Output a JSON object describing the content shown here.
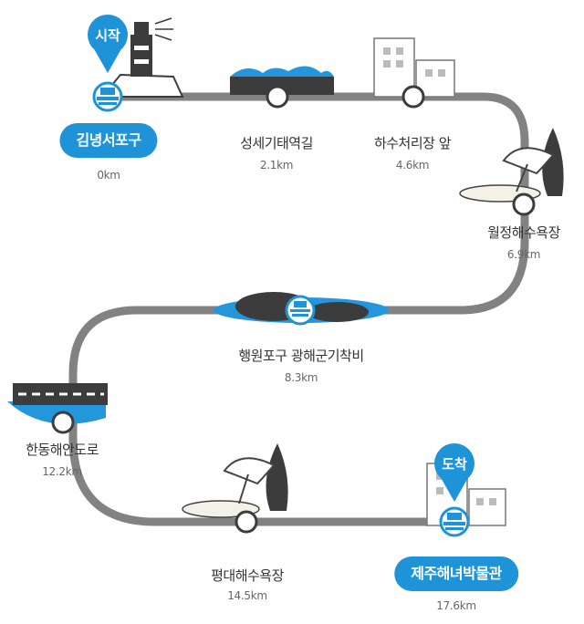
{
  "colors": {
    "route": "#828282",
    "accent": "#1f93d8",
    "sea": "#2496dc",
    "dark": "#3c3c3c"
  },
  "markers": {
    "start": "시작",
    "end": "도착"
  },
  "stops": [
    {
      "name": "김녕서포구",
      "distance": "0km"
    },
    {
      "name": "성세기태역길",
      "distance": "2.1km"
    },
    {
      "name": "하수처리장 앞",
      "distance": "4.6km"
    },
    {
      "name": "월정해수욕장",
      "distance": "6.9km"
    },
    {
      "name": "행원포구 광해군기착비",
      "distance": "8.3km"
    },
    {
      "name": "한동해안도로",
      "distance": "12.2km"
    },
    {
      "name": "평대해수욕장",
      "distance": "14.5km"
    },
    {
      "name": "제주해녀박물관",
      "distance": "17.6km"
    }
  ],
  "icons": {
    "lighthouse": "lighthouse-icon",
    "harbor": "harbor-icon",
    "sea_wave": "wave-icon",
    "buildings": "buildings-icon",
    "beach": "beach-umbrella-icon",
    "rocks": "rocks-icon",
    "road": "coastal-road-icon",
    "museum": "museum-icon"
  }
}
